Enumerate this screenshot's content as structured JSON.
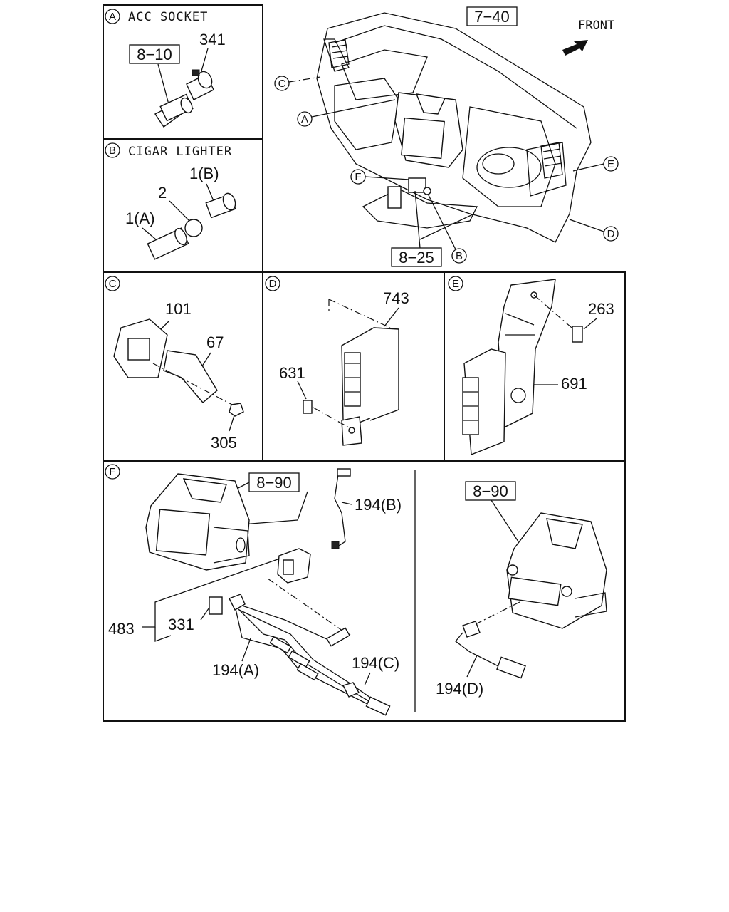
{
  "sections": {
    "A": {
      "letter": "A",
      "title": "ACC SOCKET",
      "ref_box": "8−10",
      "parts": [
        "341"
      ]
    },
    "B": {
      "letter": "B",
      "title": "CIGAR LIGHTER",
      "parts": [
        "1(B)",
        "2",
        "1(A)"
      ]
    },
    "main": {
      "ref_box_top": "7−40",
      "ref_box_bottom": "8−25",
      "front_label": "FRONT",
      "callouts": [
        "C",
        "A",
        "F",
        "B",
        "E",
        "D"
      ]
    },
    "C": {
      "letter": "C",
      "parts": [
        "101",
        "67",
        "305"
      ]
    },
    "D": {
      "letter": "D",
      "parts": [
        "743",
        "631"
      ]
    },
    "E": {
      "letter": "E",
      "parts": [
        "263",
        "691"
      ]
    },
    "F": {
      "letter": "F",
      "ref_box_left": "8−90",
      "ref_box_right": "8−90",
      "parts": [
        "194(B)",
        "483",
        "331",
        "194(A)",
        "194(C)",
        "194(D)"
      ]
    }
  }
}
